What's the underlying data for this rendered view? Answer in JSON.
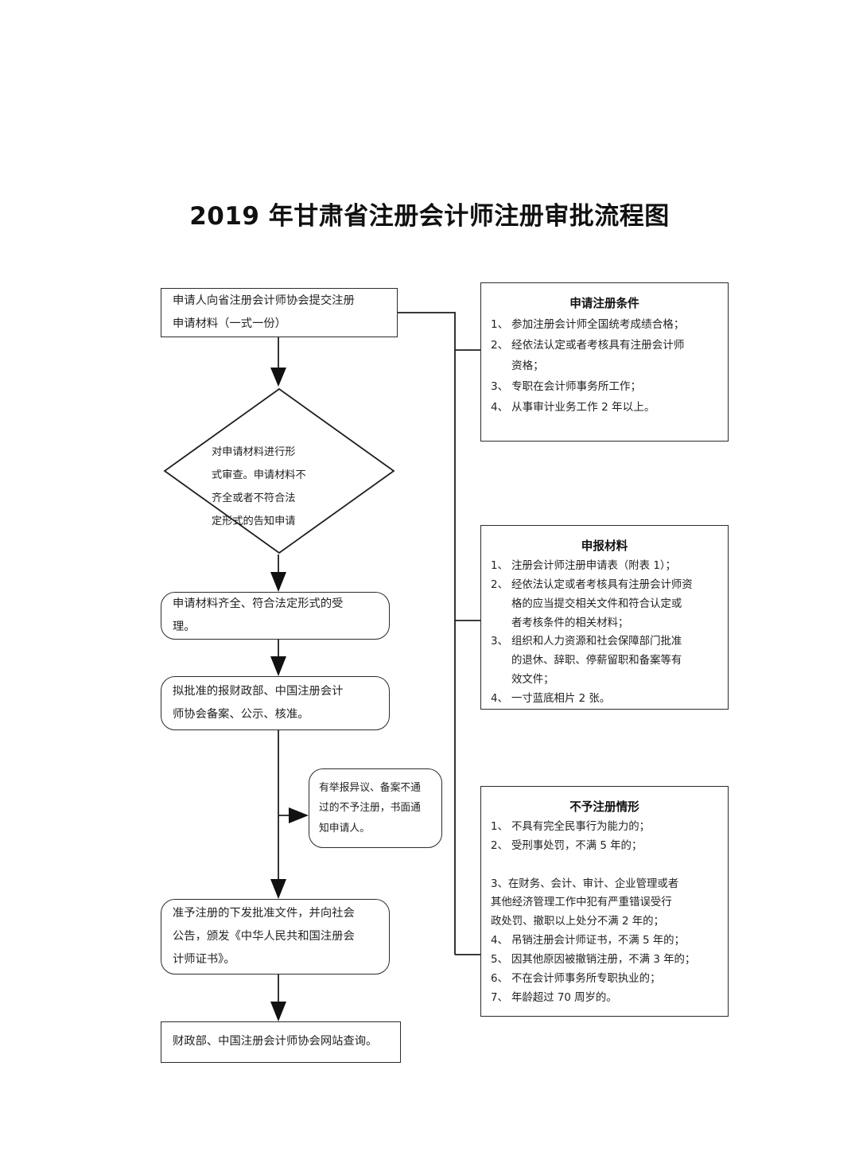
{
  "document": {
    "title": "2019 年甘肃省注册会计师注册审批流程图"
  },
  "flow": {
    "start_box": "申请人向省注册会计师协会提交注册\n申请材料（一式一份）",
    "decision": "对申请材料进行形\n式审查。申请材料不\n齐全或者不符合法\n定形式的告知申请",
    "accept_box": "申请材料齐全、符合法定形式的受\n理。",
    "approve_box": "拟批准的报财政部、中国注册会计\n师协会备案、公示、核准。",
    "reject_side_box": "有举报异议、备案不通\n过的不予注册，书面通\n知申请人。",
    "grant_box": "准予注册的下发批准文件，并向社会\n公告，颁发《中华人民共和国注册会\n计师证书》。",
    "query_box": "财政部、中国注册会计师协会网站查询。"
  },
  "panels": [
    {
      "id": "conditions",
      "heading": "申请注册条件",
      "items": [
        {
          "num": "1、",
          "text": "参加注册会计师全国统考成绩合格；"
        },
        {
          "num": "2、",
          "text": "经依法认定或者考核具有注册会计师\n资格；"
        },
        {
          "num": "3、",
          "text": "专职在会计师事务所工作；"
        },
        {
          "num": "4、",
          "text": "从事审计业务工作 2 年以上。"
        }
      ]
    },
    {
      "id": "materials",
      "heading": "申报材料",
      "items": [
        {
          "num": "1、",
          "text": "注册会计师注册申请表（附表 1）；"
        },
        {
          "num": "2、",
          "text": "经依法认定或者考核具有注册会计师资\n格的应当提交相关文件和符合认定或\n者考核条件的相关材料；"
        },
        {
          "num": "3、",
          "text": "组织和人力资源和社会保障部门批准\n的退休、辞职、停薪留职和备案等有\n效文件；"
        },
        {
          "num": "4、",
          "text": "一寸蓝底相片 2 张。"
        }
      ]
    },
    {
      "id": "refusal",
      "heading": "不予注册情形",
      "items": [
        {
          "num": "1、",
          "text": "不具有完全民事行为能力的；"
        },
        {
          "num": "2、",
          "text": "受刑事处罚，不满 5 年的；"
        },
        {
          "num": "3、",
          "text": "在财务、会计、审计、企业管理或者\n其他经济管理工作中犯有严重错误受行\n政处罚、撤职以上处分不满 2 年的；"
        },
        {
          "num": "4、",
          "text": "吊销注册会计师证书，不满 5 年的；"
        },
        {
          "num": "5、",
          "text": "因其他原因被撤销注册，不满 3 年的；"
        },
        {
          "num": "6、",
          "text": "不在会计师事务所专职执业的；"
        },
        {
          "num": "7、",
          "text": "年龄超过 70 周岁的。"
        }
      ]
    }
  ],
  "colors": {
    "stroke": "#1f1f1f",
    "text": "#222222",
    "background": "#ffffff"
  }
}
